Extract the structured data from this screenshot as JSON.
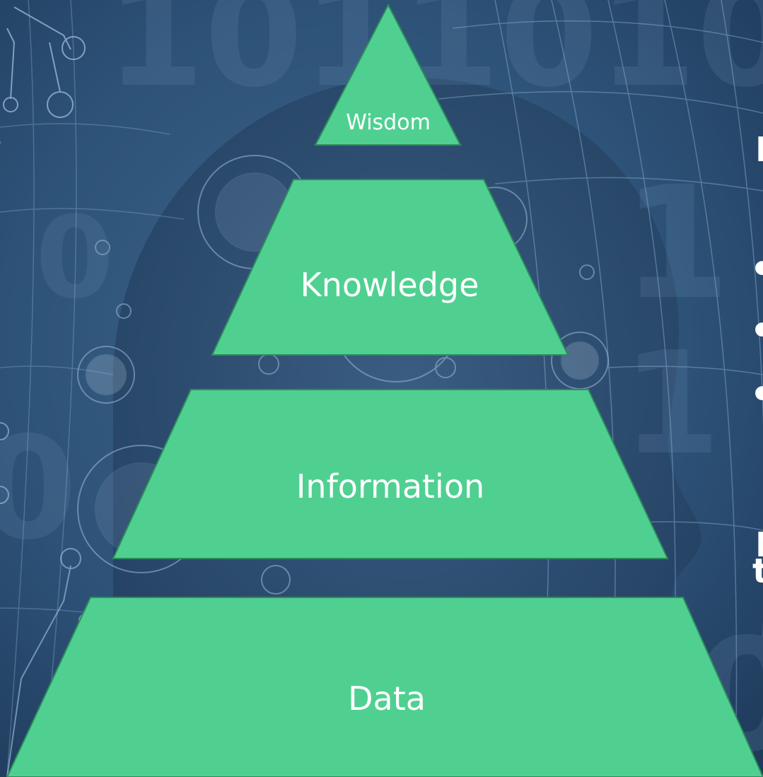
{
  "diagram": {
    "type": "pyramid",
    "fill_color": "#4fd091",
    "stroke_color": "#2e8c5c",
    "label_color": "#ffffff",
    "tiers": [
      {
        "id": "wisdom",
        "label": "Wisdom"
      },
      {
        "id": "knowledge",
        "label": "Knowledge"
      },
      {
        "id": "information",
        "label": "Information"
      },
      {
        "id": "data",
        "label": "Data"
      }
    ]
  },
  "background": {
    "base_color": "#2c4f74",
    "dark_color": "#1d3553",
    "line_color": "#7fa5c9"
  },
  "right_edge_text": {
    "fragments": [
      "D",
      "•",
      "•",
      "•",
      "D",
      "t"
    ]
  }
}
